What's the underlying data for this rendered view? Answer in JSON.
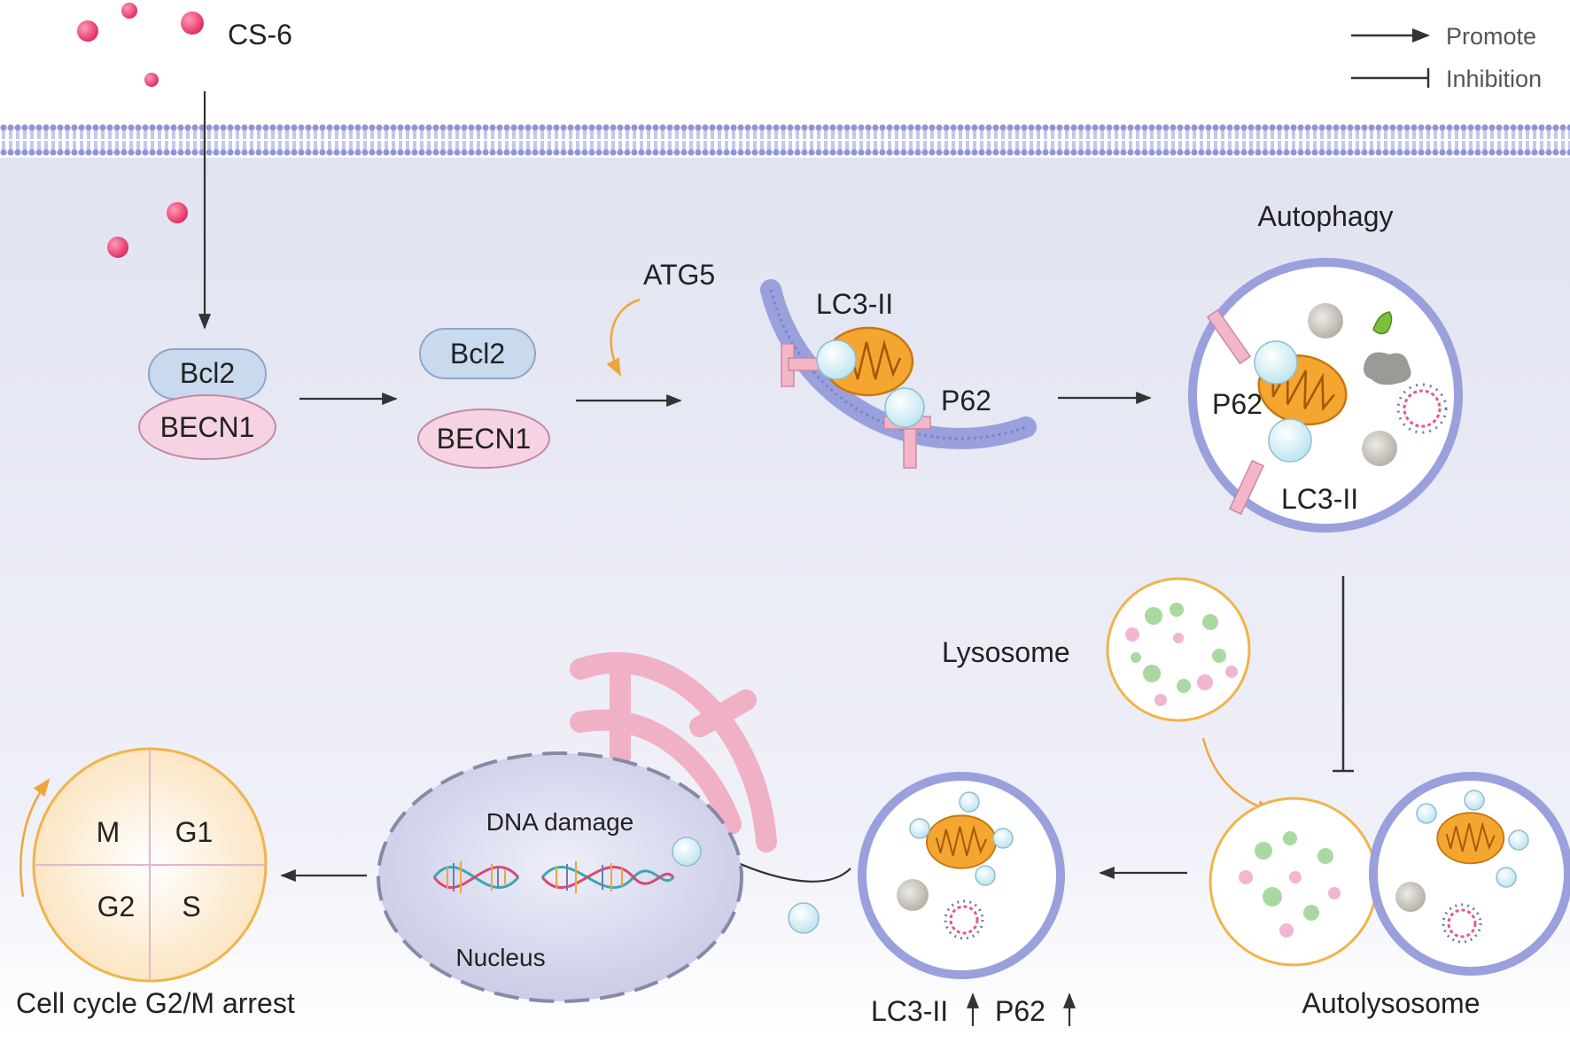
{
  "legend": {
    "promote": "Promote",
    "inhibition": "Inhibition"
  },
  "labels": {
    "drug": "CS-6",
    "bcl2_complex": "Bcl2",
    "becn1_complex": "BECN1",
    "bcl2_free": "Bcl2",
    "becn1_free": "BECN1",
    "atg5": "ATG5",
    "lc3_phagophore": "LC3-II",
    "p62_phagophore": "P62",
    "autophagy_title": "Autophagy",
    "p62_autophagosome": "P62",
    "lc3_autophagosome": "LC3-II",
    "lysosome": "Lysosome",
    "autolysosome": "Autolysosome",
    "lc3_up": "LC3-II",
    "p62_up": "P62",
    "dna_damage": "DNA damage",
    "nucleus": "Nucleus",
    "phase_m": "M",
    "phase_g1": "G1",
    "phase_g2": "G2",
    "phase_s": "S",
    "cell_cycle": "Cell cycle G2/M arrest"
  },
  "colors": {
    "membrane": "#9aa0dc",
    "cytoplasm_top": "#e3e5f2",
    "bcl2": "#c9d9ee",
    "becn1": "#f6d3e3",
    "drug": "#e8336a",
    "mitochondrion": "#f2a12d",
    "lc3_sphere": "#d8f0f7",
    "p62_receptor": "#f2b6c8",
    "lysosome_border": "#f0b44a",
    "nucleus": "#d3d4ec",
    "arrow": "#333333",
    "orange_arrow": "#f0a53a"
  }
}
